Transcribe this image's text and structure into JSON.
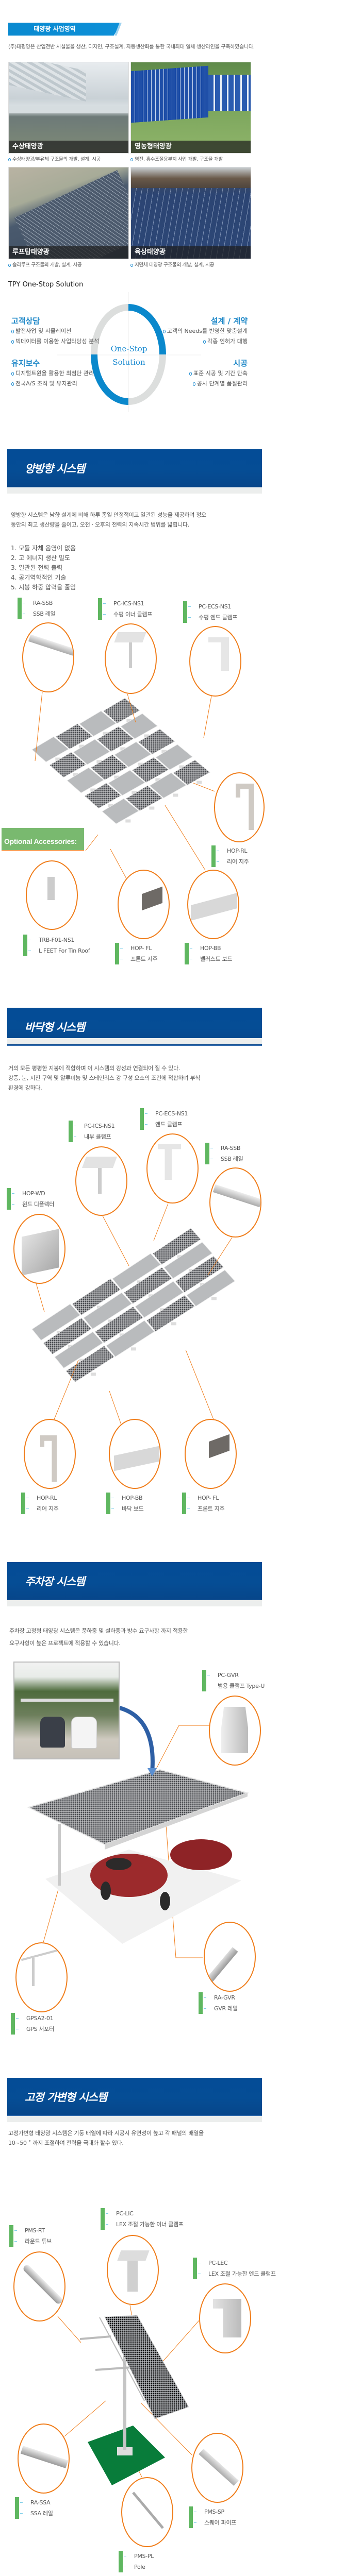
{
  "business": {
    "title": "태양광 사업영역",
    "intro": "(주)태평양은 산업전반 시설물을 생산, 디자인, 구조설계, 자동생산화를 통한 국내최대 일체 생산라인을 구축하였습니다.",
    "areas": [
      {
        "caption": "수상태양광",
        "desc": "수상태양광/부유체 구조물의 개발, 설계, 시공"
      },
      {
        "caption": "영농형태양광",
        "desc": "염전, 홍수조절용부지 사업 개발, 구조물 개발"
      },
      {
        "caption": "루프탑태양광",
        "desc": "솔라루프 구조물의 개발, 설계, 시공"
      },
      {
        "caption": "육상태양광",
        "desc": "지면체 태양광 구조물의 개발, 설계, 시공"
      }
    ]
  },
  "one_stop": {
    "title": "TPY One-Stop Solution",
    "center_line1": "One-Stop",
    "center_line2": "Solution",
    "quadrants": [
      {
        "heading": "고객상담",
        "items": [
          "발전사업 및 시뮬레이션",
          "빅데이터를 이용한 사업타당성 분석"
        ]
      },
      {
        "heading": "설계 / 계약",
        "items": [
          "고객의 Needs를 반영한 맞춤설계",
          "각종 인허가 대행"
        ]
      },
      {
        "heading": "유지보수",
        "items": [
          "디지털트윈을 활용한 최첨단 관리",
          "전국A/S 조직 및 유지관리"
        ]
      },
      {
        "heading": "시공",
        "items": [
          "표준 시공 및 기간 단축",
          "공사 단계별 품질관리"
        ]
      }
    ],
    "colors": {
      "accent": "#0a88cc",
      "ring": "#dcdedd"
    }
  },
  "bidirectional": {
    "title": "양방향 시스템",
    "para": [
      "양방향 시스템은 남향 설계에 비해 하루 종일 안정적이고 일관된 성능을 제공하며 정오",
      "동안의 최고 생산량을 줄이고, 오전 · 오후의 전력의 지속시간 범위를 넓힙니다."
    ],
    "list": [
      "1. 모듈 자체 음영이 없음",
      "2. 고 에너지 생산 밀도",
      "3. 일관된 전력 출력",
      "4. 공기역학적인 기술",
      "5. 지붕 하중 압력을 줄임"
    ],
    "optional_label": "Optional Accessories:",
    "parts": [
      {
        "code": "RA-SSB",
        "name": "SSB 레일"
      },
      {
        "code": "PC-ICS-NS1",
        "name": "수평 이너 클램프"
      },
      {
        "code": "PC-ECS-NS1",
        "name": "수평 엔드 클램프"
      },
      {
        "code": "HOP-RL",
        "name": "리어 지주"
      },
      {
        "code": "TRB-F01-NS1",
        "name": "L FEET For Tin Roof"
      },
      {
        "code": "HOP- FL",
        "name": "프론트 지주"
      },
      {
        "code": "HOP-BB",
        "name": "밸러스트 보드"
      }
    ]
  },
  "floor": {
    "title": "바닥형 시스템",
    "para": [
      "거의 모든 평평한 지붕에 적합하며 이 시스템의 강성과 연결되어 질 수 있다.",
      "강풍, 눈, 지진 구역 및 알루미늄 및 스테인리스 강 구성 요소의 조건에 적합하며 부식",
      "환경에 강하다."
    ],
    "parts": [
      {
        "code": "PC-ICS-NS1",
        "name": "내부 클램프"
      },
      {
        "code": "PC-ECS-NS1",
        "name": "엔드 클램프"
      },
      {
        "code": "RA-SSB",
        "name": "SSB 레일"
      },
      {
        "code": "HOP-WD",
        "name": "윈드 디플렉터"
      },
      {
        "code": "HOP-RL",
        "name": "리어 지주"
      },
      {
        "code": "HOP-BB",
        "name": "바닥 보드"
      },
      {
        "code": "HOP- FL",
        "name": "프론트 지주"
      }
    ]
  },
  "parking": {
    "title": "주차장 시스템",
    "para": [
      "주차장 고정형 태양광 시스템은 풍하중 및 설하중과 방수 요구사항 까지 적용한",
      "요구사항이 높은 프로젝트에 적용할 수 있습니다."
    ],
    "parts": [
      {
        "code": "PC-GVR",
        "name": "범용 클램프 Type-U"
      },
      {
        "code": "GPSA2-01",
        "name": "GPS 서포터"
      },
      {
        "code": "RA-GVR",
        "name": "GVR 레일"
      }
    ]
  },
  "variable": {
    "title": "고정 가변형 시스템",
    "para": [
      "고정가변형 태양광 시스템은 기둥 배열에 따라 시공시 유연성이 높고 각 패널의 배열을",
      "10~50 ˚ 까지 조절하여 전력을 극대화 할수 있다."
    ],
    "parts": [
      {
        "code": "PMS-RT",
        "name": "라운드 튜브"
      },
      {
        "code": "PC-LIC",
        "name": "LEX 조절 가능한 이너 클램프"
      },
      {
        "code": "PC-LEC",
        "name": "LEX 조절 가능한 엔드 클램프"
      },
      {
        "code": "RA-SSA",
        "name": "SSA 레일"
      },
      {
        "code": "PMS-SP",
        "name": "스퀘어 파이프"
      },
      {
        "code": "PMS-PL",
        "name": "Pole"
      }
    ]
  },
  "colors": {
    "section_band": "#054c95",
    "label_bar": "#5fb760",
    "callout": "#f07d1a"
  }
}
